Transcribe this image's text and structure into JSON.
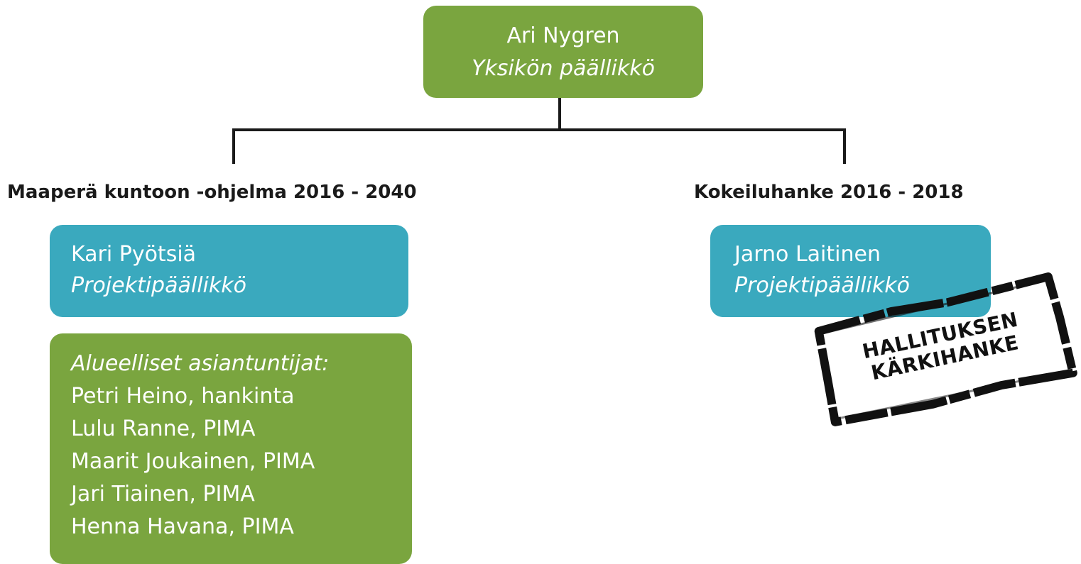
{
  "top": {
    "name": "Ari Nygren",
    "role": "Yksikön päällikkö"
  },
  "branches": [
    {
      "heading": "Maaperä kuntoon -ohjelma 2016 - 2040",
      "lead": {
        "name": "Kari Pyötsiä",
        "role": "Projektipäällikkö"
      },
      "experts": {
        "heading": "Alueelliset asiantuntijat:",
        "members": [
          "Petri Heino, hankinta",
          "Lulu Ranne, PIMA",
          "Maarit Joukainen, PIMA",
          "Jari Tiainen, PIMA",
          "Henna Havana, PIMA"
        ]
      }
    },
    {
      "heading": "Kokeiluhanke 2016 - 2018",
      "lead": {
        "name": "Jarno Laitinen",
        "role": "Projektipäällikkö"
      },
      "stamp": {
        "line1": "HALLITUKSEN",
        "line2": "KÄRKIHANKE"
      }
    }
  ],
  "colors": {
    "green": "#7aa53f",
    "teal": "#3aa9be",
    "line": "#1a1a1a"
  }
}
